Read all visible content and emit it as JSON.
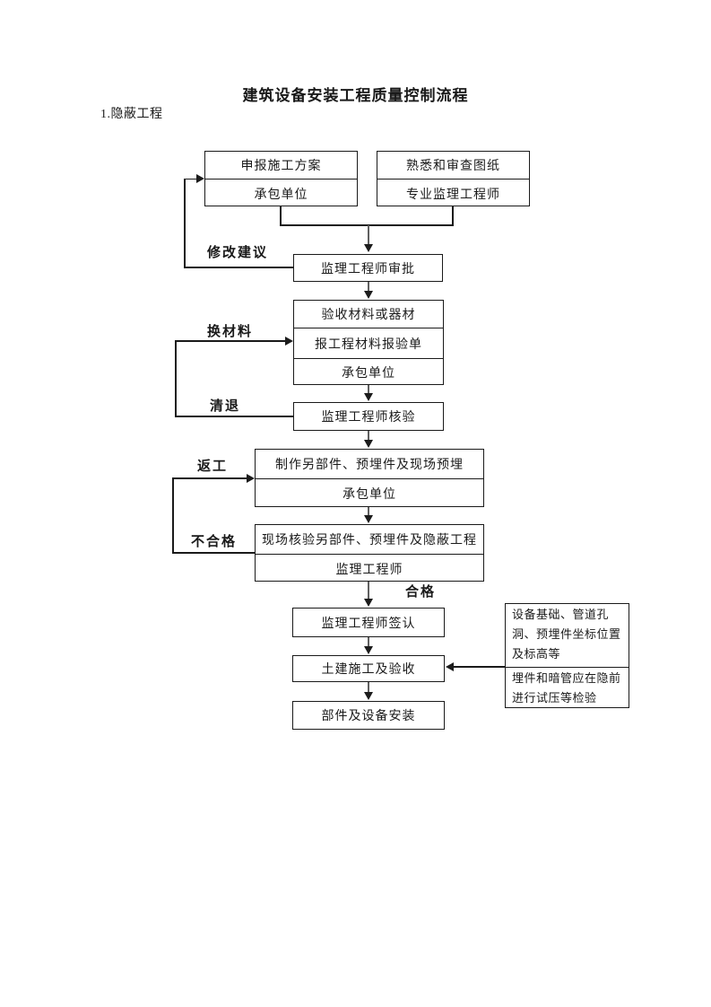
{
  "page": {
    "title": "建筑设备安装工程质量控制流程",
    "section": "1.隐蔽工程"
  },
  "flow": {
    "declare": {
      "row1": "申报施工方案",
      "row2": "承包单位"
    },
    "drawings": {
      "row1": "熟悉和审查图纸",
      "row2": "专业监理工程师"
    },
    "approve": "监理工程师审批",
    "materials": {
      "row1": "验收材料或器材",
      "row2": "报工程材料报验单",
      "row3": "承包单位"
    },
    "verify": "监理工程师核验",
    "fabricate": {
      "row1": "制作另部件、预埋件及现场预埋",
      "row2": "承包单位"
    },
    "site_check": {
      "row1": "现场核验另部件、预埋件及隐蔽工程",
      "row2": "监理工程师"
    },
    "sign": "监理工程师签认",
    "civil": "土建施工及验收",
    "install": "部件及设备安装",
    "note": {
      "cell1": "设备基础、管道孔洞、预埋件坐标位置及标高等",
      "cell2": "埋件和暗管应在隐前进行试压等检验"
    }
  },
  "labels": {
    "revise": "修改建议",
    "swap": "换材料",
    "clear": "清退",
    "rework": "返工",
    "fail": "不合格",
    "pass": "合格"
  },
  "colors": {
    "ink": "#1a1a1a",
    "arrow_shaft": "#5f5f5f",
    "background": "#ffffff"
  }
}
